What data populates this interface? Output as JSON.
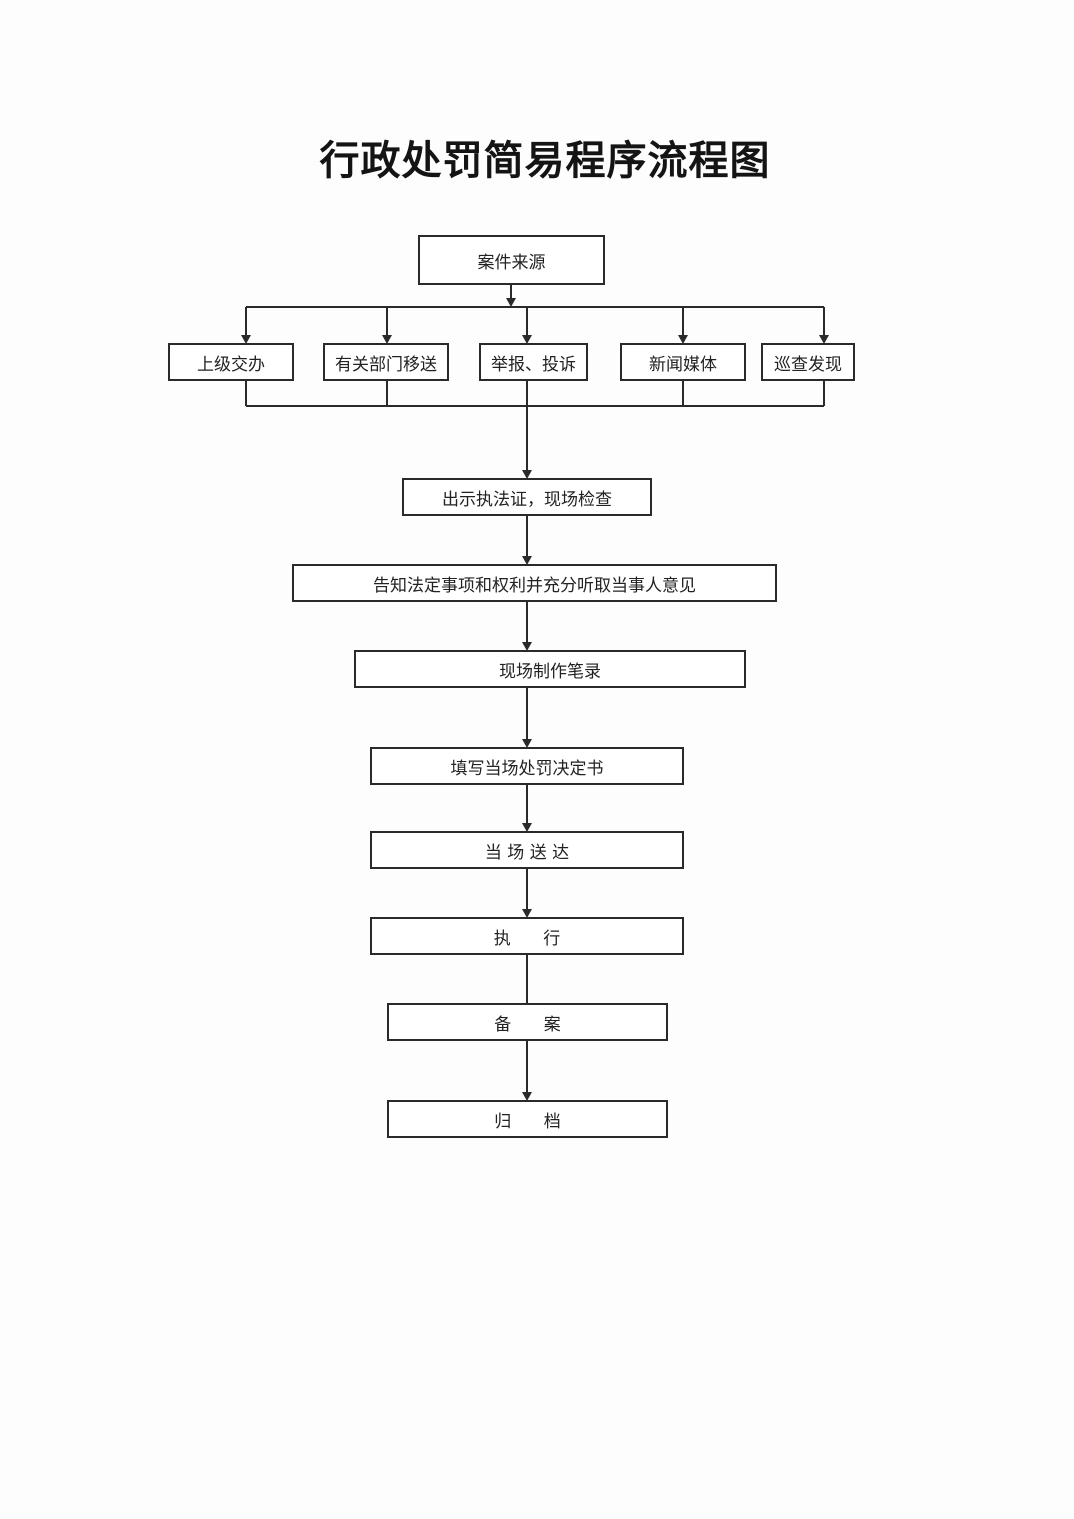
{
  "title": "行政处罚简易程序流程图",
  "source": {
    "label": "案件来源"
  },
  "channels": [
    {
      "label": "上级交办"
    },
    {
      "label": "有关部门移送"
    },
    {
      "label": "举报、投诉"
    },
    {
      "label": "新闻媒体"
    },
    {
      "label": "巡查发现"
    }
  ],
  "steps": [
    {
      "label": "出示执法证，现场检查"
    },
    {
      "label": "告知法定事项和权利并充分听取当事人意见"
    },
    {
      "label": "现场制作笔录"
    },
    {
      "label": "填写当场处罚决定书"
    },
    {
      "label": "当 场 送 达"
    },
    {
      "label": "执      行"
    },
    {
      "label": "备      案"
    },
    {
      "label": "归      档"
    }
  ]
}
